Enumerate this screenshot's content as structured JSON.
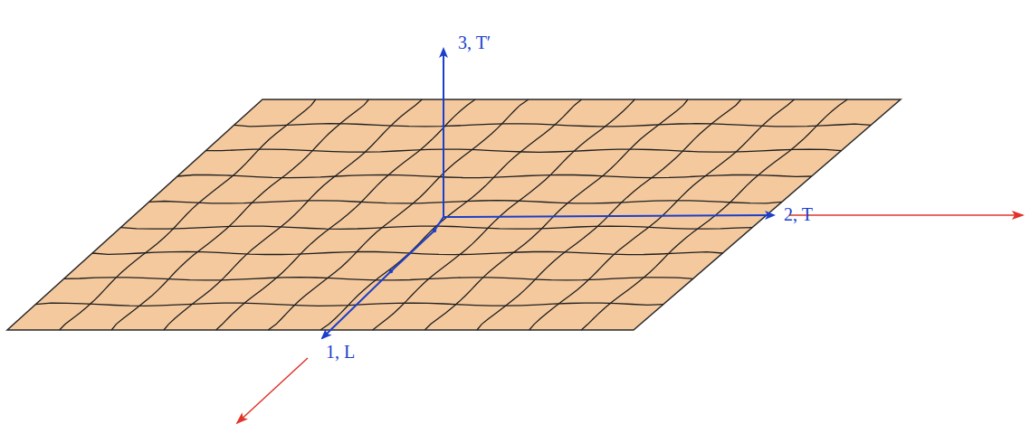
{
  "diagram": {
    "labels": [
      "3, T′",
      "2, T",
      "1, L"
    ]
  }
}
